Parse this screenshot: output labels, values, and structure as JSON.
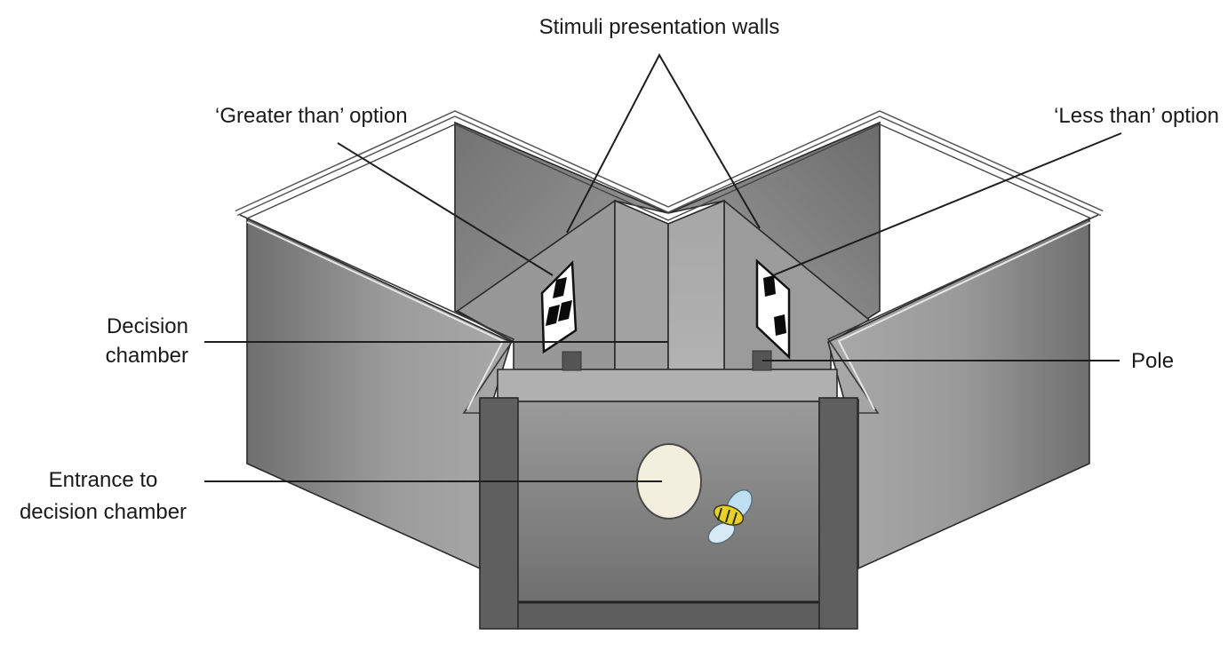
{
  "figure": {
    "title": "Bee numerical decision apparatus (Y-maze)",
    "labels": {
      "stimuli_walls": "Stimuli presentation walls",
      "greater_than": "‘Greater than’ option",
      "less_than": "‘Less than’ option",
      "decision_chamber_line1": "Decision",
      "decision_chamber_line2": "chamber",
      "pole": "Pole",
      "entrance_line1": "Entrance to",
      "entrance_line2": "decision chamber"
    },
    "stimuli": {
      "greater_than_squares": 3,
      "less_than_squares": 2
    },
    "colors": {
      "wall_dark": "#6e6e6e",
      "wall_mid": "#9a9a9a",
      "wall_light": "#b4b4b4",
      "post": "#5f5f5f",
      "entrance": "#f3efdf",
      "bee_body": "#e6d22a",
      "bee_wing": "#bfe0f2"
    }
  }
}
